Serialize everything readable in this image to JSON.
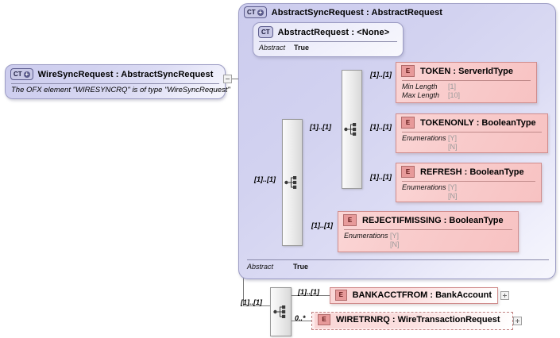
{
  "diagram": {
    "title": "WireSyncRequest XSD diagram",
    "root": {
      "badge": "CT",
      "badge_icon": "complextype-expand-icon",
      "title": "WireSyncRequest : AbstractSyncRequest",
      "annotation": "The OFX element \"WIRESYNCRQ\" is of type \"WireSyncRequest\""
    },
    "base_type": {
      "badge": "CT",
      "badge_icon": "complextype-expand-icon",
      "title": "AbstractSyncRequest : AbstractRequest",
      "abstract_key": "Abstract",
      "abstract_value": "True"
    },
    "abstract_request": {
      "badge": "CT",
      "badge_icon": "complextype-icon",
      "title": "AbstractRequest : <None>",
      "abstract_key": "Abstract",
      "abstract_value": "True"
    },
    "elements": [
      {
        "badge": "E",
        "badge_icon": "element-icon",
        "title": "TOKEN  : ServerIdType",
        "props": [
          {
            "key": "Min Length",
            "value": "[1]"
          },
          {
            "key": "Max Length",
            "value": "[10]"
          }
        ],
        "cardinality": "[1]..[1]"
      },
      {
        "badge": "E",
        "badge_icon": "element-icon",
        "title": "TOKENONLY : BooleanType",
        "props": [
          {
            "key": "Enumerations",
            "value": "[Y]"
          },
          {
            "key": "",
            "value": "[N]"
          }
        ],
        "cardinality": "[1]..[1]"
      },
      {
        "badge": "E",
        "badge_icon": "element-icon",
        "title": "REFRESH : BooleanType",
        "props": [
          {
            "key": "Enumerations",
            "value": "[Y]"
          },
          {
            "key": "",
            "value": "[N]"
          }
        ],
        "cardinality": "[1]..[1]"
      },
      {
        "badge": "E",
        "badge_icon": "element-icon",
        "title": "REJECTIFMISSING : BooleanType",
        "props": [
          {
            "key": "Enumerations",
            "value": "[Y]"
          },
          {
            "key": "",
            "value": "[N]"
          }
        ],
        "cardinality": "[1]..[1]"
      },
      {
        "badge": "E",
        "badge_icon": "element-icon",
        "title": "BANKACCTFROM : BankAccount",
        "props": [],
        "cardinality": "[1]..[1]"
      },
      {
        "badge": "E",
        "badge_icon": "element-icon",
        "title": "WIRETRNRQ : WireTransactionRequest",
        "props": [],
        "cardinality": "0..*"
      }
    ],
    "compositors": [
      {
        "name": "outer-sequence",
        "cardinality": "[1]..[1]"
      },
      {
        "name": "inner-choice",
        "cardinality": "[1]..[1]"
      },
      {
        "name": "bottom-sequence",
        "cardinality": "[1]..[1]"
      }
    ],
    "colors": {
      "complextype_border": "#9c9cc4",
      "complextype_fill": "#d6d6f0",
      "element_border": "#d08c8c",
      "element_fill": "#f9cccc",
      "line": "#7a7a7a",
      "badge_ct": "#c8c8e6",
      "badge_e": "#e79a9a"
    }
  }
}
